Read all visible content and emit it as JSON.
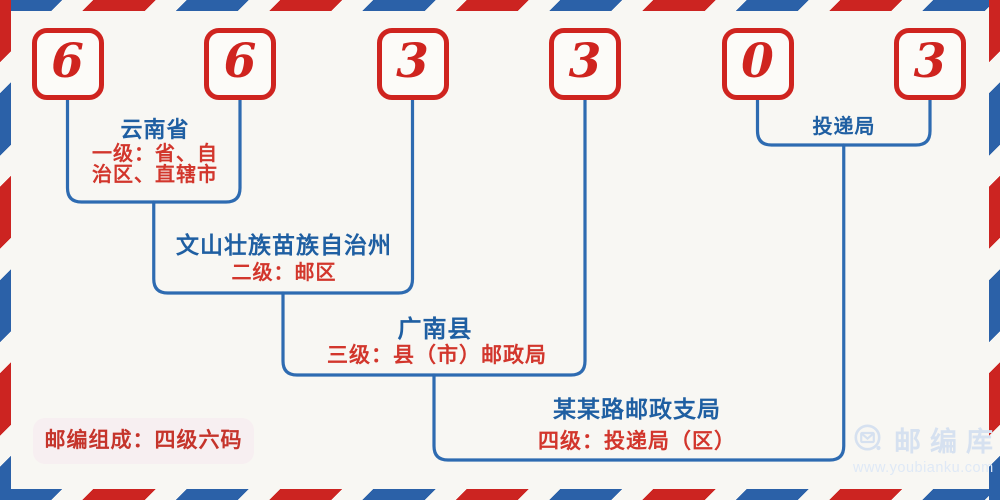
{
  "postal_code": {
    "value": "663303",
    "digits": [
      "6",
      "6",
      "3",
      "3",
      "0",
      "3"
    ]
  },
  "levels": [
    {
      "place": "云南省",
      "level_label": "一级：省、自治区、直辖市"
    },
    {
      "place": "文山壮族苗族自治州",
      "level_label": "二级：邮区"
    },
    {
      "place": "广南县",
      "level_label": "三级：县（市）邮政局"
    },
    {
      "place": "某某路邮政支局",
      "level_label": "四级：投递局（区）"
    },
    {
      "place": "投递局",
      "level_label": ""
    }
  ],
  "badge": {
    "label": "邮编组成：四级六码"
  },
  "watermark": {
    "brand": "邮编库",
    "url": "www.youbianku.com",
    "icon": "envelope-in-circle-icon"
  },
  "colors": {
    "stripe_red": "#cc2421",
    "stripe_blue": "#2b61a8",
    "box_red": "#cf241f",
    "connector_blue": "#2e6bb1",
    "place_text_blue": "#1f5fa2",
    "level_text_red": "#d2362c",
    "background": "#f8f7f3",
    "badge_background": "#f7eff1",
    "badge_text": "#c5342b",
    "watermark": "#d6e1f0"
  }
}
